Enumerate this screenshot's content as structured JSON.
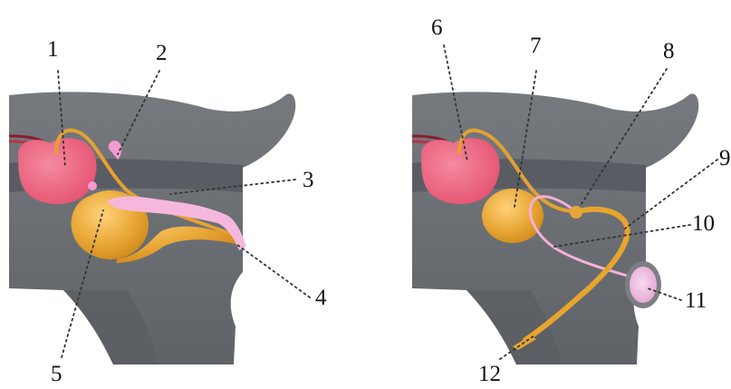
{
  "labels": {
    "l1": "1",
    "l2": "2",
    "l3": "3",
    "l4": "4",
    "l5": "5",
    "l6": "6",
    "l7": "7",
    "l8": "8",
    "l9": "9",
    "l10": "10",
    "l11": "11",
    "l12": "12"
  },
  "colors": {
    "body": "#6b6f74",
    "shadow": "#4f5357",
    "organ_pink": "#e85d7c",
    "organ_orange": "#e7a52e",
    "duct_pink": "#f2b6d8",
    "kidney_red": "#b62a3c"
  }
}
